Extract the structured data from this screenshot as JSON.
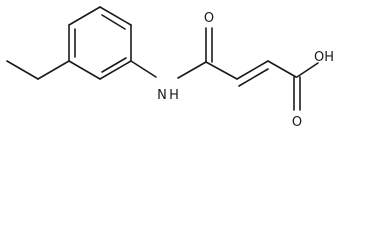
{
  "molecule": {
    "atoms": {
      "amide_nitrogen": "N",
      "amide_hydrogen": "H",
      "amide_oxygen": "O",
      "hydroxyl": "OH",
      "acid_oxygen": "O"
    }
  },
  "colors": {
    "bond": "#1a1a1a",
    "background": "#ffffff"
  }
}
